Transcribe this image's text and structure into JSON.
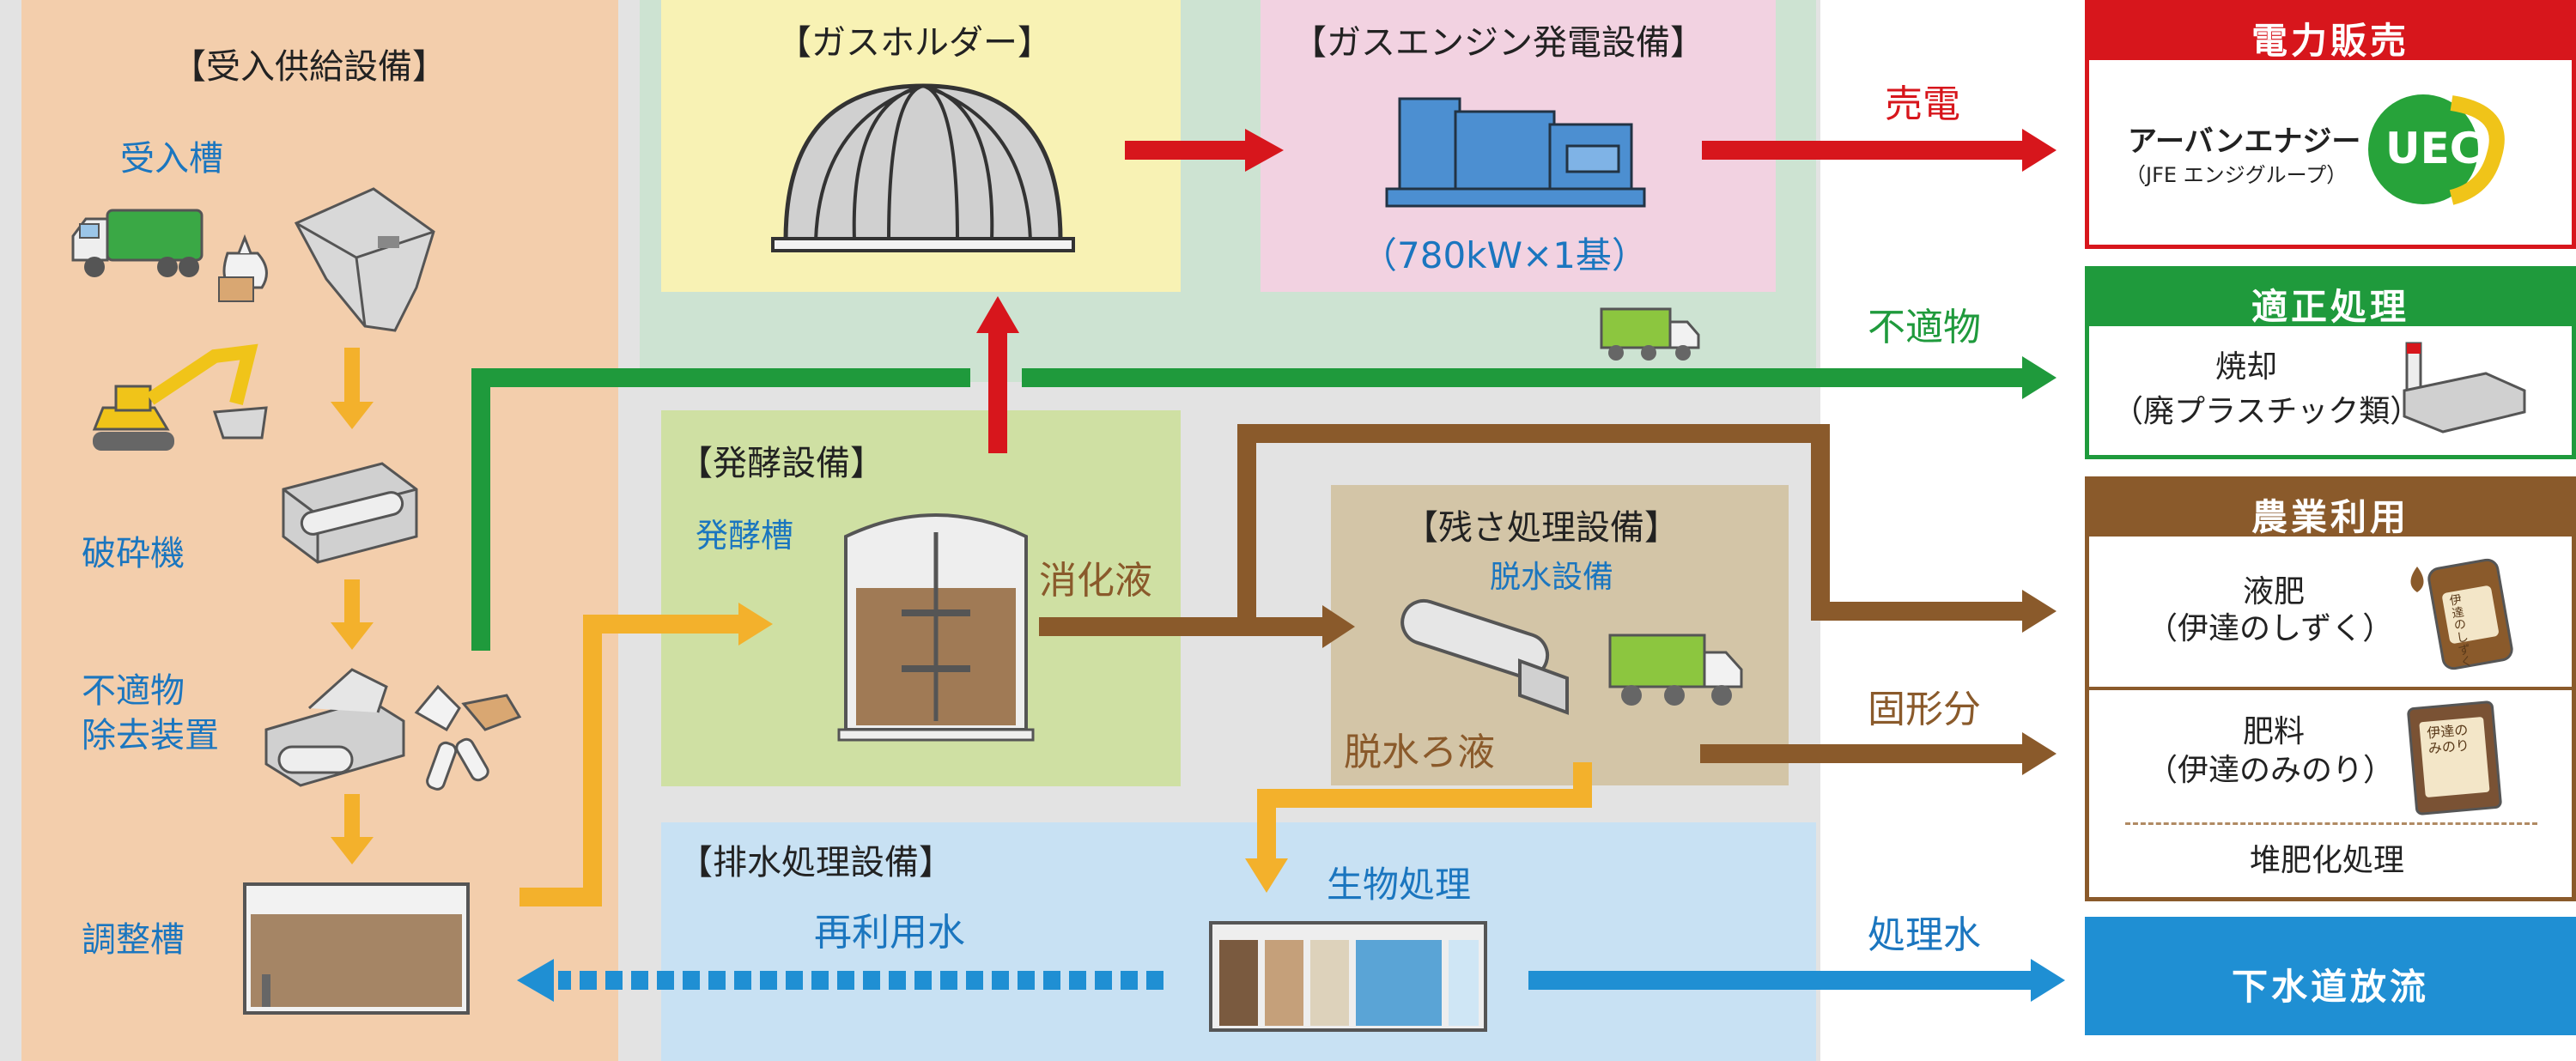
{
  "sections": {
    "receiving": {
      "title": "【受入供給設備】",
      "items": [
        "受入槽",
        "破砕機",
        "不適物",
        "除去装置",
        "調整槽"
      ]
    },
    "gas_holder": {
      "title": "【ガスホルダー】"
    },
    "gas_engine": {
      "title": "【ガスエンジン発電設備】",
      "capacity": "（780kW×1基）"
    },
    "fermentation": {
      "title": "【発酵設備】",
      "tank": "発酵槽"
    },
    "residue": {
      "title": "【残さ処理設備】",
      "equipment": "脱水設備"
    },
    "wastewater": {
      "title": "【排水処理設備】",
      "bio": "生物処理"
    }
  },
  "flows": {
    "digestate": "消化液",
    "dewater_filtrate": "脱水ろ液",
    "reuse_water": "再利用水",
    "sell_power": "売電",
    "unsuitable": "不適物",
    "solids": "固形分",
    "treated_water": "処理水"
  },
  "outputs": {
    "power_sales": {
      "header": "電力販売",
      "company": "アーバンエナジー",
      "company_sub": "（JFE エンジグループ）",
      "logo_text": "UEC",
      "color": "#d7161c"
    },
    "proper_disposal": {
      "header": "適正処理",
      "line1": "焼却",
      "line2": "（廃プラスチック類）",
      "color": "#1f9a3c"
    },
    "agriculture": {
      "header": "農業利用",
      "liquid_fert": "液肥",
      "liquid_fert_name": "（伊達のしずく）",
      "fert": "肥料",
      "fert_name": "（伊達のみのり）",
      "compost": "堆肥化処理",
      "bottle_label": "伊達のしずく",
      "bag_label": "伊達のみのり",
      "color": "#8a5a2b"
    },
    "sewer": {
      "header": "下水道放流",
      "color": "#1f8fd3"
    }
  }
}
